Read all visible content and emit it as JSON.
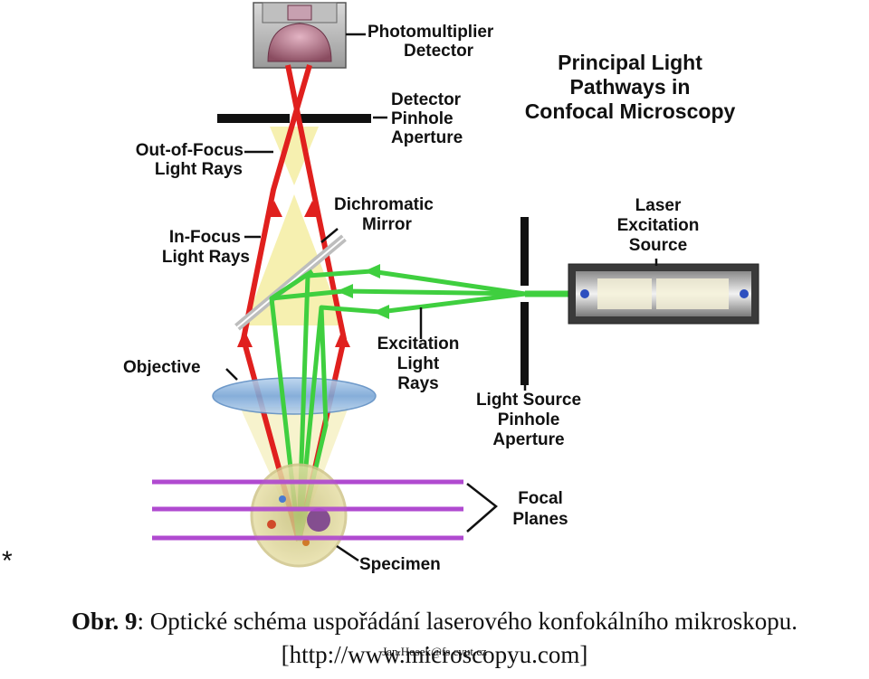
{
  "diagram": {
    "title_lines": [
      "Principal Light",
      "Pathways in",
      "Confocal Microscopy"
    ],
    "labels": {
      "photomultiplier": [
        "Photomultiplier",
        "Detector"
      ],
      "detector_pinhole": [
        "Detector",
        "Pinhole",
        "Aperture"
      ],
      "out_of_focus": [
        "Out-of-Focus",
        "Light Rays"
      ],
      "dichromatic": [
        "Dichromatic",
        "Mirror"
      ],
      "in_focus": [
        "In-Focus",
        "Light Rays"
      ],
      "laser": [
        "Laser",
        "Excitation",
        "Source"
      ],
      "objective": "Objective",
      "excitation": [
        "Excitation",
        "Light",
        "Rays"
      ],
      "light_source_pinhole": [
        "Light Source",
        "Pinhole",
        "Aperture"
      ],
      "focal_planes": [
        "Focal",
        "Planes"
      ],
      "specimen": "Specimen"
    },
    "colors": {
      "red_ray": "#e0201e",
      "green_ray": "#3fcf3f",
      "cone": "#f6f0b0",
      "focal_plane": "#b04ad0",
      "lens": "#8fb6de"
    }
  },
  "page": {
    "asterisk": "*",
    "caption_bold": "Obr. 9",
    "caption_rest": ": Optické schéma uspořádání laserového konfokálního mikroskopu.",
    "source": "[http://www.microscopyu.com]",
    "email": "Jan.Hosek@fs.cvut.cz"
  }
}
